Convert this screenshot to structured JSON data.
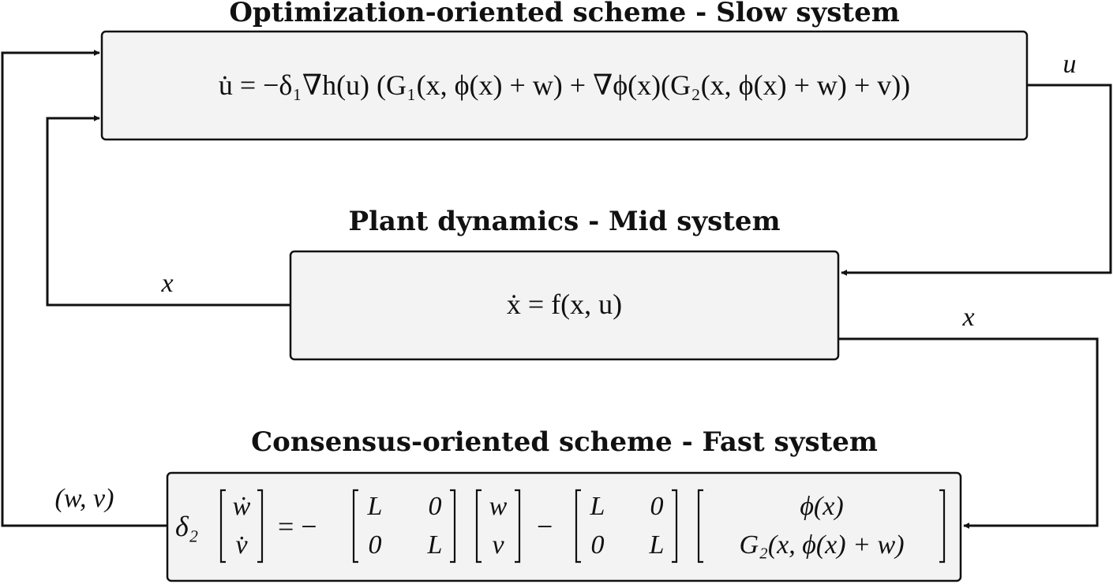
{
  "blocks": {
    "slow": {
      "title": "Optimization-oriented scheme - Slow system",
      "equation": "u̇ = −δ₁∇h(u) (G₁(x, ϕ(x) + w) + ∇ϕ(x)(G₂(x, ϕ(x) + w) + v))"
    },
    "mid": {
      "title": "Plant dynamics - Mid system",
      "equation": "ẋ = f(x, u)"
    },
    "fast": {
      "title": "Consensus-oriented scheme - Fast system",
      "lhs_coef": "δ₂",
      "state_top": "ẇ",
      "state_bottom": "v̇",
      "equals": "= −",
      "minus": "−",
      "matrix": {
        "a11": "L",
        "a12": "0",
        "a21": "0",
        "a22": "L"
      },
      "vec_top": "w",
      "vec_bottom": "v",
      "input_top": "ϕ(x)",
      "input_bottom": "G₂(x, ϕ(x) + w)"
    }
  },
  "signals": {
    "u_to_mid": "u",
    "x_mid_to_slow": "x",
    "x_mid_to_fast": "x",
    "wv_fast_to_slow": "(w, v)"
  }
}
